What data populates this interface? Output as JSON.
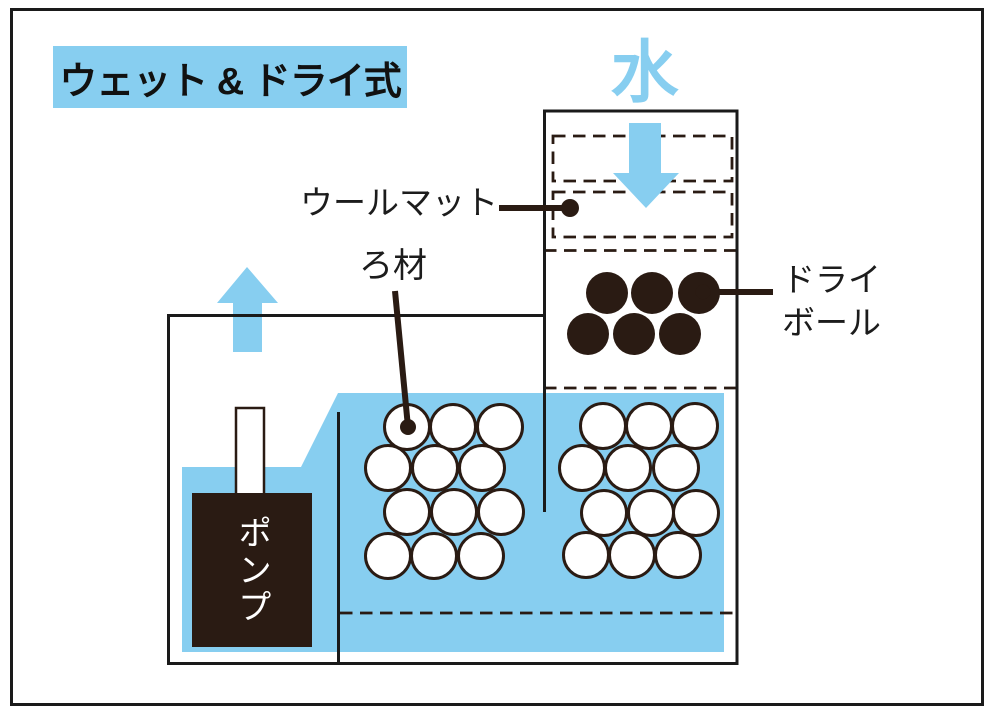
{
  "diagram": {
    "title": "ウェット & ドライ式",
    "water_label": "水",
    "labels": {
      "wool_mat": "ウールマット",
      "filter_media": "ろ材",
      "dry_ball_line1": "ドライ",
      "dry_ball_line2": "ボール",
      "pump": "ポンプ"
    },
    "counts": {
      "dry_balls": 6,
      "filter_media_balls_left_group": 12,
      "filter_media_balls_right_group": 12
    },
    "colors": {
      "accent_blue": "#87CEF0",
      "ink_black": "#2A1B13"
    }
  }
}
